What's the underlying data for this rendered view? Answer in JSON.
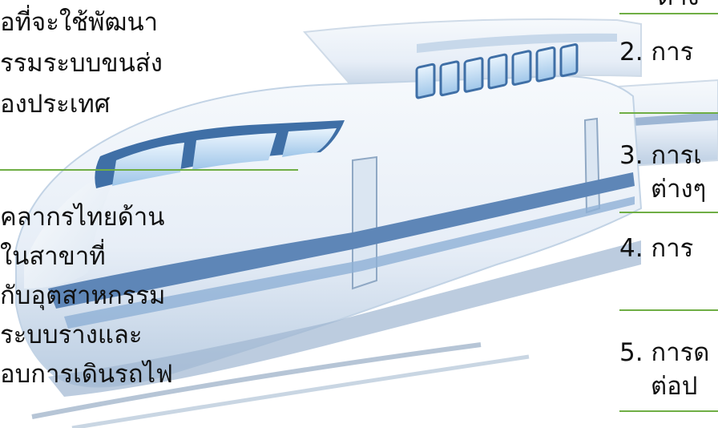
{
  "left_column": {
    "block1": [
      "ื่อที่จะใช้พัฒนา",
      "รรมระบบขนส่ง",
      "องประเทศ"
    ],
    "block2": [
      "คลากรไทยด้าน",
      "ในสาขาที่",
      "กับอุตสาหกรรม",
      "ระบบรางและ",
      "อบการเดินรถไฟ"
    ]
  },
  "right_column": {
    "top_fragment": "ต่าง",
    "item2": "2. การ",
    "item3": [
      "3. การเ",
      "ต่างๆ"
    ],
    "item4": "4. การ",
    "item5": [
      "5. การด",
      "ต่อป"
    ]
  },
  "colors": {
    "rule": "#6fae45",
    "train_body": "#e8f0f8",
    "train_shadow": "#9fb6d1",
    "window_frame": "#3f6fa6",
    "window_glass": "#b9d7f2",
    "stripe": "#5e86b7",
    "rail": "#b6c5d6"
  },
  "image": {
    "name": "high-speed-train-illustration"
  }
}
